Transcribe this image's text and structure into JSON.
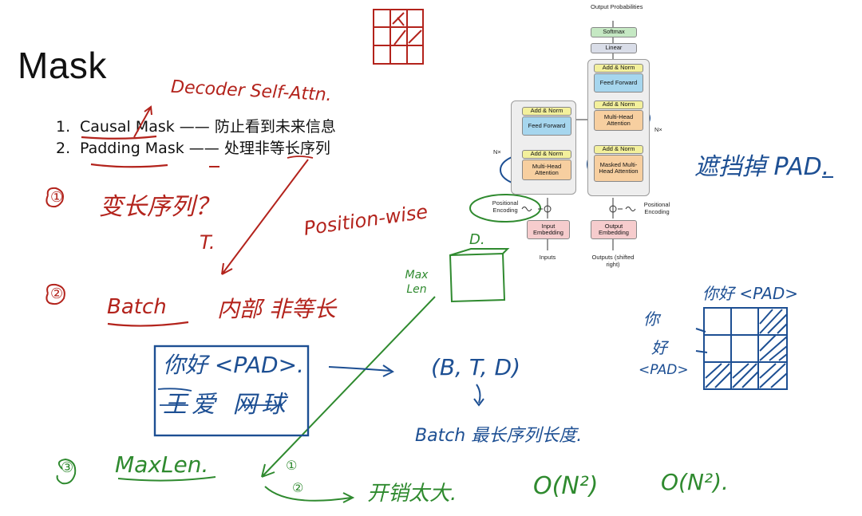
{
  "slide": {
    "title": "Mask",
    "list": [
      {
        "num": "1.",
        "term": "Causal Mask",
        "dash": "——",
        "desc": "防止看到未来信息"
      },
      {
        "num": "2.",
        "term": "Padding Mask",
        "dash": "——",
        "desc": "处理非等长序列"
      }
    ]
  },
  "annotations": {
    "decoder_self_attn": "Decoder Self-Attn.",
    "item1_circle": "①",
    "item1_text": "变长序列？",
    "t_label": "T.",
    "position_wise": "Position-wise",
    "item2_circle": "②",
    "item2_batch": "Batch",
    "item2_text": "内部 非等长",
    "box_line1": "你好 <PAD>.",
    "box_line2": "王爱 网球",
    "shape": "(B, T, D)",
    "batch_len": "Batch 最长序列长度.",
    "item3_circle": "③",
    "item3_text": "MaxLen.",
    "sub1": "①",
    "sub2": "②",
    "cost": "开销太大.",
    "on2_a": "O(N²)",
    "on2_b": "O(N²).",
    "max_len": "Max Len",
    "d_label": "D.",
    "mask_pad": "遮挡掉 PAD.",
    "matrix_top": "你好 <PAD>",
    "matrix_rows": [
      "你",
      "好",
      "<PAD>"
    ]
  },
  "architecture": {
    "output_probabilities": "Output Probabilities",
    "softmax": "Softmax",
    "linear": "Linear",
    "add_norm": "Add & Norm",
    "feed_forward": "Feed Forward",
    "multi_head_attention": "Multi-Head Attention",
    "masked_multi_head_attention": "Masked Multi-Head Attention",
    "nx": "N×",
    "positional_encoding": "Positional Encoding",
    "input_embedding": "Input Embedding",
    "output_embedding": "Output Embedding",
    "inputs": "Inputs",
    "outputs": "Outputs (shifted right)"
  },
  "colors": {
    "red_ink": "#b3231c",
    "green_ink": "#2f8a2f",
    "blue_ink": "#1d4f93"
  }
}
